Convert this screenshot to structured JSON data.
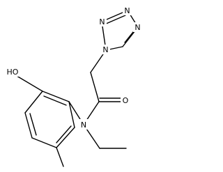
{
  "atom_labels": {
    "tetrazole_n1": "N",
    "tetrazole_n2": "N",
    "tetrazole_n3": "N",
    "tetrazole_n4": "N",
    "amide_oxygen": "O",
    "amide_nitrogen": "N",
    "hydroxyl": "HO"
  },
  "colors": {
    "bond": "#000000",
    "text": "#000000",
    "background": "#ffffff"
  }
}
